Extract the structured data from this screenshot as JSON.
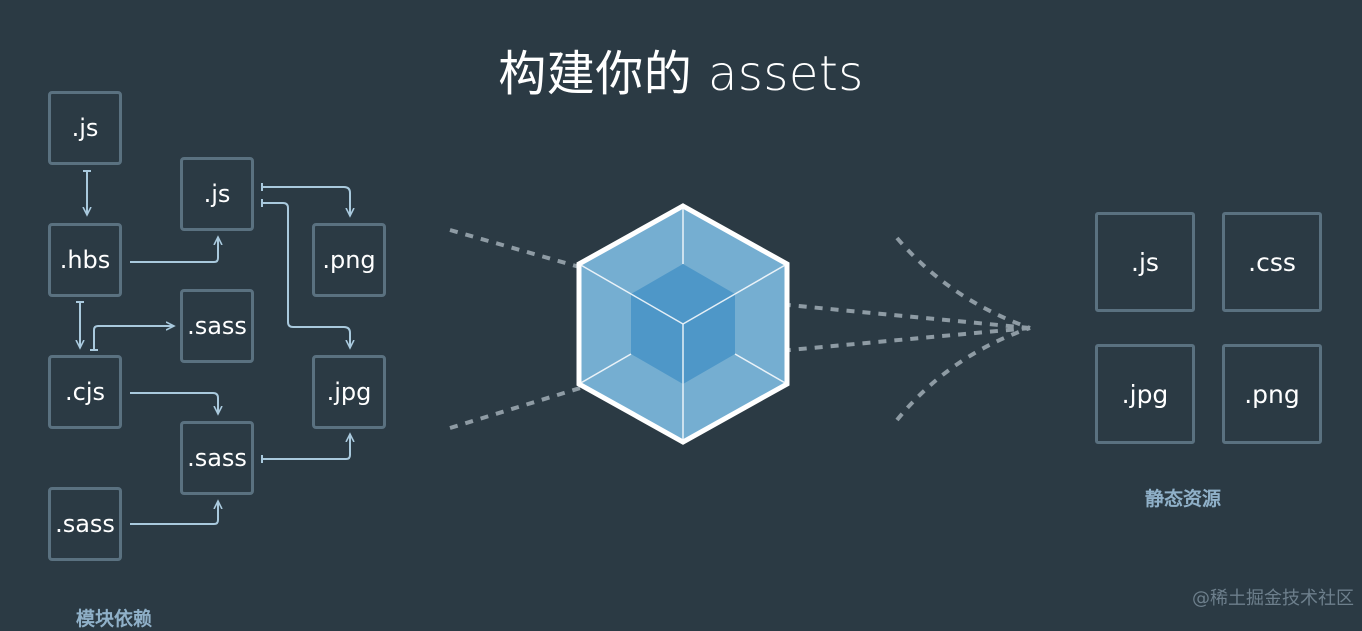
{
  "title": "构建你的 assets",
  "inputs": {
    "js1": ".js",
    "js2": ".js",
    "hbs": ".hbs",
    "png": ".png",
    "sass1": ".sass",
    "cjs": ".cjs",
    "jpg": ".jpg",
    "sass2": ".sass",
    "sass3": ".sass"
  },
  "input_caption": "模块依赖",
  "outputs": {
    "js": ".js",
    "css": ".css",
    "jpg": ".jpg",
    "png": ".png"
  },
  "output_caption": "静态资源",
  "watermark": "@稀土掘金技术社区",
  "colors": {
    "background": "#2b3a44",
    "box_border": "#5a7180",
    "arrow": "#a9c9dd",
    "dotted_line": "#8e9ba4",
    "cube_outer": "#75aed1",
    "cube_inner": "#4e97c8",
    "caption": "#8fb0c8"
  },
  "icons": {
    "center_logo": "webpack-cube-icon"
  }
}
